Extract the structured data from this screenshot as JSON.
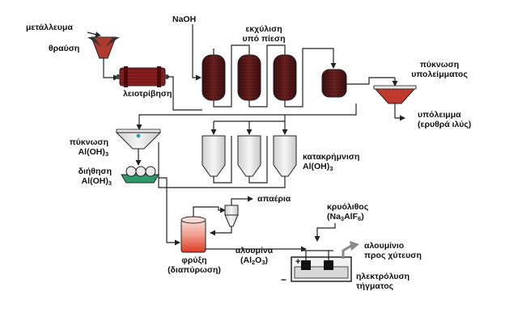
{
  "labels": {
    "ore": "μετάλλευμα",
    "crushing": "θραύση",
    "naoh": "NaOH",
    "extraction_1": "εκχύλιση",
    "extraction_2": "υπό πίεση",
    "grinding": "λειοτρίβηση",
    "residue_thickening_1": "πύκνωση",
    "residue_thickening_2": "υπολείμματος",
    "residue_1": "υπόλειμμα",
    "residue_2": "(ερυθρά ιλύς)",
    "thickening_1": "πύκνωση",
    "thickening_2_base": "Al(OH)",
    "thickening_2_sub": "3",
    "filtration_1": "διήθηση",
    "filtration_2_base": "Al(OH)",
    "filtration_2_sub": "3",
    "precipitation_1": "κατακρήμνιση",
    "precipitation_2_base": "Al(OH)",
    "precipitation_2_sub": "3",
    "off_gases": "απαέρια",
    "cryolite_1": "κρυόλιθος",
    "cryolite_2_a": "(Na",
    "cryolite_2_sub1": "3",
    "cryolite_2_b": "AlF",
    "cryolite_2_sub2": "6",
    "cryolite_2_c": ")",
    "roasting_1": "φρύξη",
    "roasting_2": "(διαπύρωση)",
    "alumina_1": "αλουμίνα",
    "alumina_2_a": "(Al",
    "alumina_2_sub1": "2",
    "alumina_2_b": "O",
    "alumina_2_sub2": "3",
    "alumina_2_c": ")",
    "aluminium_1": "αλουμίνιο",
    "aluminium_2": "προς χύτευση",
    "electrolysis_1": "ηλεκτρόλυση",
    "electrolysis_2": "τήγματος",
    "plus_sign": "+",
    "minus_sign": "−"
  },
  "colors": {
    "reactor": "#5a1a1a",
    "mill": "#8b1f1f",
    "hopper": "#b03a2e",
    "lines": "#222222",
    "tank": "#e8e8e8",
    "furnace_top": "#f4d0c8",
    "furnace_bottom": "#e0442a",
    "filter": "#2e9a6a",
    "nozzle": "#2aa8a8",
    "arrow_grey": "#8a8a8a"
  }
}
